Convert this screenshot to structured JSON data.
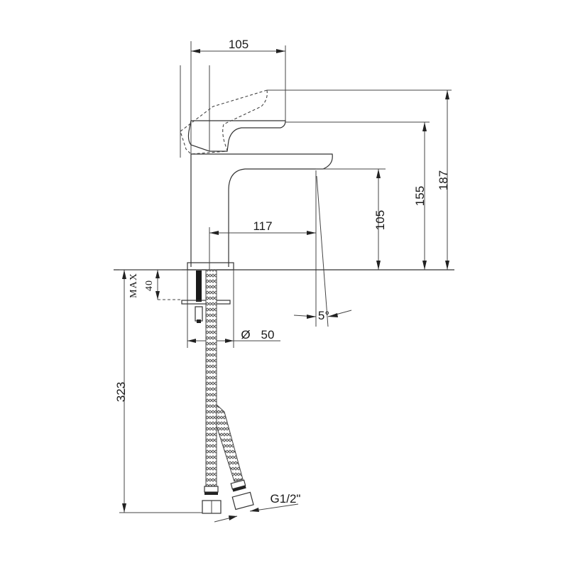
{
  "drawing": {
    "subject": "Single-lever basin mixer faucet dimension drawing",
    "units": "mm",
    "stroke_color": "#333333",
    "background": "#ffffff"
  },
  "dimensions": {
    "handle_width": "105",
    "spout_reach": "117",
    "spout_height": "105",
    "body_height": "155",
    "overall_height": "187",
    "max_deck_thickness_label": "MAX",
    "max_deck_thickness": "40",
    "base_diameter_symbol": "Ø",
    "base_diameter": "50",
    "hose_length": "323",
    "aerator_angle": "5°",
    "hose_thread": "G1/2\""
  }
}
